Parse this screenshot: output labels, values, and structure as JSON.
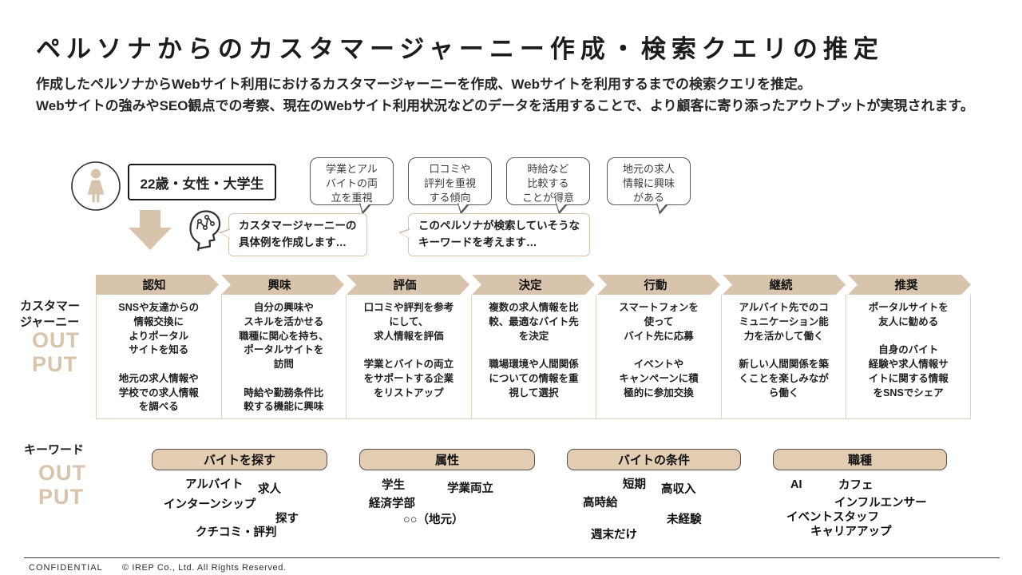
{
  "title": "ペルソナからのカスタマージャーニー作成・検索クエリの推定",
  "description": "作成したペルソナからWebサイト利用におけるカスタマージャーニーを作成、Webサイトを利用するまでの検索クエリを推定。\nWebサイトの強みやSEO観点での考察、現在のWebサイト利用状況などのデータを活用することで、より顧客に寄り添ったアウトプットが実現されます。",
  "colors": {
    "accent_tan": "#d8c4ac",
    "keyword_box_fill": "#e2cdb3",
    "table_line": "#e0d0bc"
  },
  "persona": {
    "icon": "female-person-icon",
    "box_label": "22歳・女性・大学生",
    "traits": [
      "学業とアル\nバイトの両\n立を重視",
      "口コミや\n評判を重視\nする傾向",
      "時給など\n比較する\nことが得意",
      "地元の求人\n情報に興味\nがある"
    ],
    "ai_bubbles": [
      "カスタマージャーニーの\n具体例を作成します…",
      "このペルソナが検索していそうな\nキーワードを考えます…"
    ]
  },
  "journey": {
    "section_label": "カスタマー\nジャーニー",
    "output_label": "OUT\nPUT",
    "stages": [
      {
        "label": "認知",
        "text": "SNSや友達からの\n情報交換に\nよりポータル\nサイトを知る\n\n地元の求人情報や\n学校での求人情報\nを調べる"
      },
      {
        "label": "興味",
        "text": "自分の興味や\nスキルを活かせる\n職種に関心を持ち、\nポータルサイトを\n訪問\n\n時給や勤務条件比\n較する機能に興味"
      },
      {
        "label": "評価",
        "text": "口コミや評判を参考\nにして、\n求人情報を評価\n\n学業とバイトの両立\nをサポートする企業\nをリストアップ"
      },
      {
        "label": "決定",
        "text": "複数の求人情報を比\n較、最適なバイト先\nを決定\n\n職場環境や人間関係\nについての情報を重\n視して選択"
      },
      {
        "label": "行動",
        "text": "スマートフォンを\n使って\nバイト先に応募\n\nイベントや\nキャンペーンに積\n極的に参加交換"
      },
      {
        "label": "継続",
        "text": "アルバイト先でのコ\nミュニケーション能\n力を活かして働く\n\n新しい人間関係を築\nくことを楽しみなが\nら働く"
      },
      {
        "label": "推奨",
        "text": "ポータルサイトを\n友人に勧める\n\n自身のバイト\n経験や求人情報サ\nイトに関する情報\nをSNSでシェア"
      }
    ]
  },
  "keywords": {
    "section_label": "キーワード",
    "output_label": "OUT\nPUT",
    "groups": [
      {
        "label": "バイトを探す",
        "items": [
          "アルバイト",
          "求人",
          "インターンシップ",
          "探す",
          "クチコミ・評判"
        ]
      },
      {
        "label": "属性",
        "items": [
          "学生",
          "学業両立",
          "経済学部",
          "○○（地元）"
        ]
      },
      {
        "label": "バイトの条件",
        "items": [
          "短期",
          "高収入",
          "高時給",
          "未経験",
          "週末だけ"
        ]
      },
      {
        "label": "職種",
        "items": [
          "AI",
          "カフェ",
          "インフルエンサー",
          "イベントスタッフ",
          "キャリアアップ"
        ]
      }
    ]
  },
  "footer": {
    "confidential": "CONFIDENTIAL",
    "copyright": "© IREP Co., Ltd. All Rights Reserved."
  }
}
